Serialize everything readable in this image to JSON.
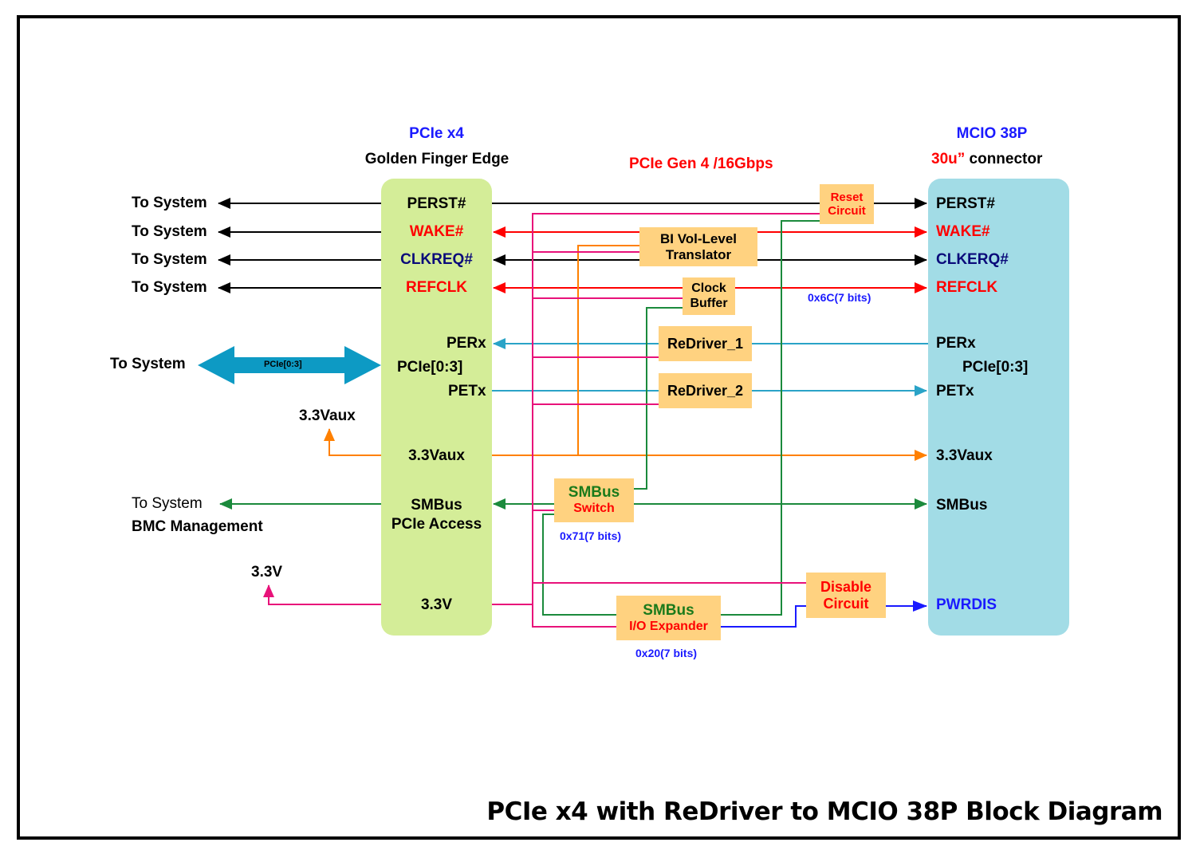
{
  "left_header": {
    "line1": "PCIe x4",
    "line2": "Golden Finger Edge"
  },
  "right_header": {
    "line1": "MCIO 38P",
    "line2_red": "30u”",
    "line2_black": " connector"
  },
  "speed_label": "PCIe Gen 4 /16Gbps",
  "left_side": {
    "to_system_1": "To System",
    "to_system_2": "To System",
    "to_system_3": "To System",
    "to_system_4": "To System",
    "to_system_pcie": "To System",
    "pcie_bus_label": "PCIe[0:3]",
    "aux_label": "3.3Vaux",
    "to_system_smbus": "To System",
    "bmc_label": "BMC Management",
    "v33_label": "3.3V"
  },
  "left_panel": {
    "perst": "PERST#",
    "wake": "WAKE#",
    "clkreq": "CLKREQ#",
    "refclk": "REFCLK",
    "perx": "PERx",
    "pcie": "PCIe[0:3]",
    "petx": "PETx",
    "aux": "3.3Vaux",
    "smbus_line1": "SMBus",
    "smbus_line2": "PCIe Access",
    "v33": "3.3V"
  },
  "right_panel": {
    "perst": "PERST#",
    "wake": "WAKE#",
    "clkerq": "CLKERQ#",
    "refclk": "REFCLK",
    "perx": "PERx",
    "pcie": "PCIe[0:3]",
    "petx": "PETx",
    "aux": "3.3Vaux",
    "smbus": "SMBus",
    "pwrdis": "PWRDIS"
  },
  "blocks": {
    "reset_circuit": {
      "line1": "Reset",
      "line2": "Circuit"
    },
    "level_translator": {
      "line1": "BI Vol-Level",
      "line2": "Translator"
    },
    "clock_buffer": {
      "line1": "Clock",
      "line2": "Buffer"
    },
    "redriver_1": "ReDriver_1",
    "redriver_2": "ReDriver_2",
    "smbus_switch": {
      "line1": "SMBus",
      "line2": "Switch"
    },
    "disable_circuit": {
      "line1": "Disable",
      "line2": "Circuit"
    },
    "io_expander": {
      "line1": "SMBus",
      "line2": "I/O Expander"
    }
  },
  "addresses": {
    "clock_buffer": "0x6C(7 bits)",
    "smbus_switch": "0x71(7 bits)",
    "io_expander": "0x20(7 bits)"
  },
  "footer_title": "PCIe x4 with ReDriver to MCIO 38P Block Diagram",
  "colors": {
    "panel_left": "#d4ed98",
    "panel_right": "#a2dce6",
    "block_fill": "#ffd280",
    "perst": "#000000",
    "wake": "#ff0000",
    "clkreq": "#000000",
    "refclk": "#ff0000",
    "lanes": "#2aa3c7",
    "pcie_bus": "#0d9ac4",
    "aux": "#ff8000",
    "smbus": "#1b8a3c",
    "power": "#e8127a",
    "pwrdis": "#1a1aff"
  }
}
